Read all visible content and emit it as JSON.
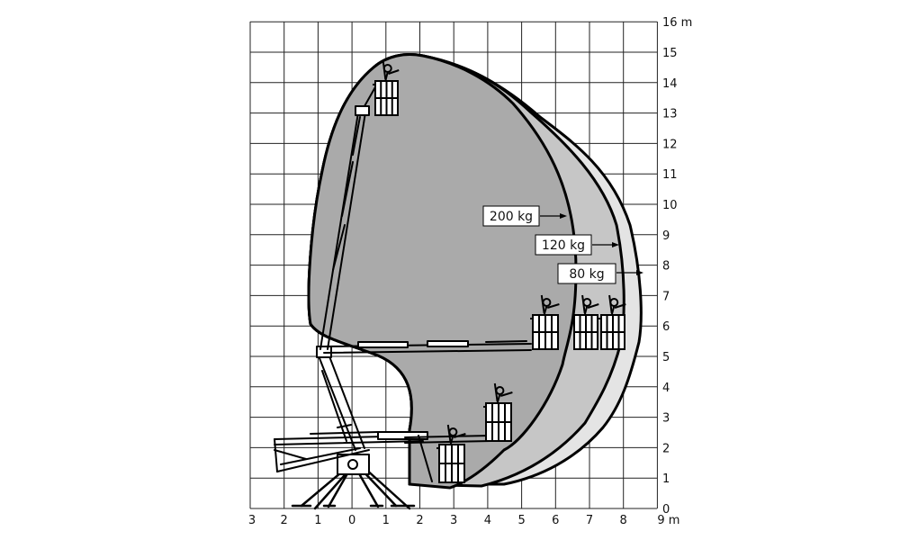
{
  "diagram": {
    "x_unit": "m",
    "y_unit": "m",
    "x_ticks": [
      "3",
      "2",
      "1",
      "0",
      "1",
      "2",
      "3",
      "4",
      "5",
      "6",
      "7",
      "8",
      "9"
    ],
    "y_ticks": [
      "0",
      "1",
      "2",
      "3",
      "4",
      "5",
      "6",
      "7",
      "8",
      "9",
      "10",
      "11",
      "12",
      "13",
      "14",
      "15",
      "16"
    ],
    "x_last_label": "9 m",
    "y_last_label": "16 m",
    "load_labels": [
      {
        "text": "200 kg"
      },
      {
        "text": "120 kg"
      },
      {
        "text": "80 kg"
      }
    ],
    "colors": {
      "zone_200": "#aaaaaa",
      "zone_120": "#c6c6c6",
      "zone_80": "#e4e4e4",
      "grid": "#222222",
      "outline": "#000000"
    }
  }
}
